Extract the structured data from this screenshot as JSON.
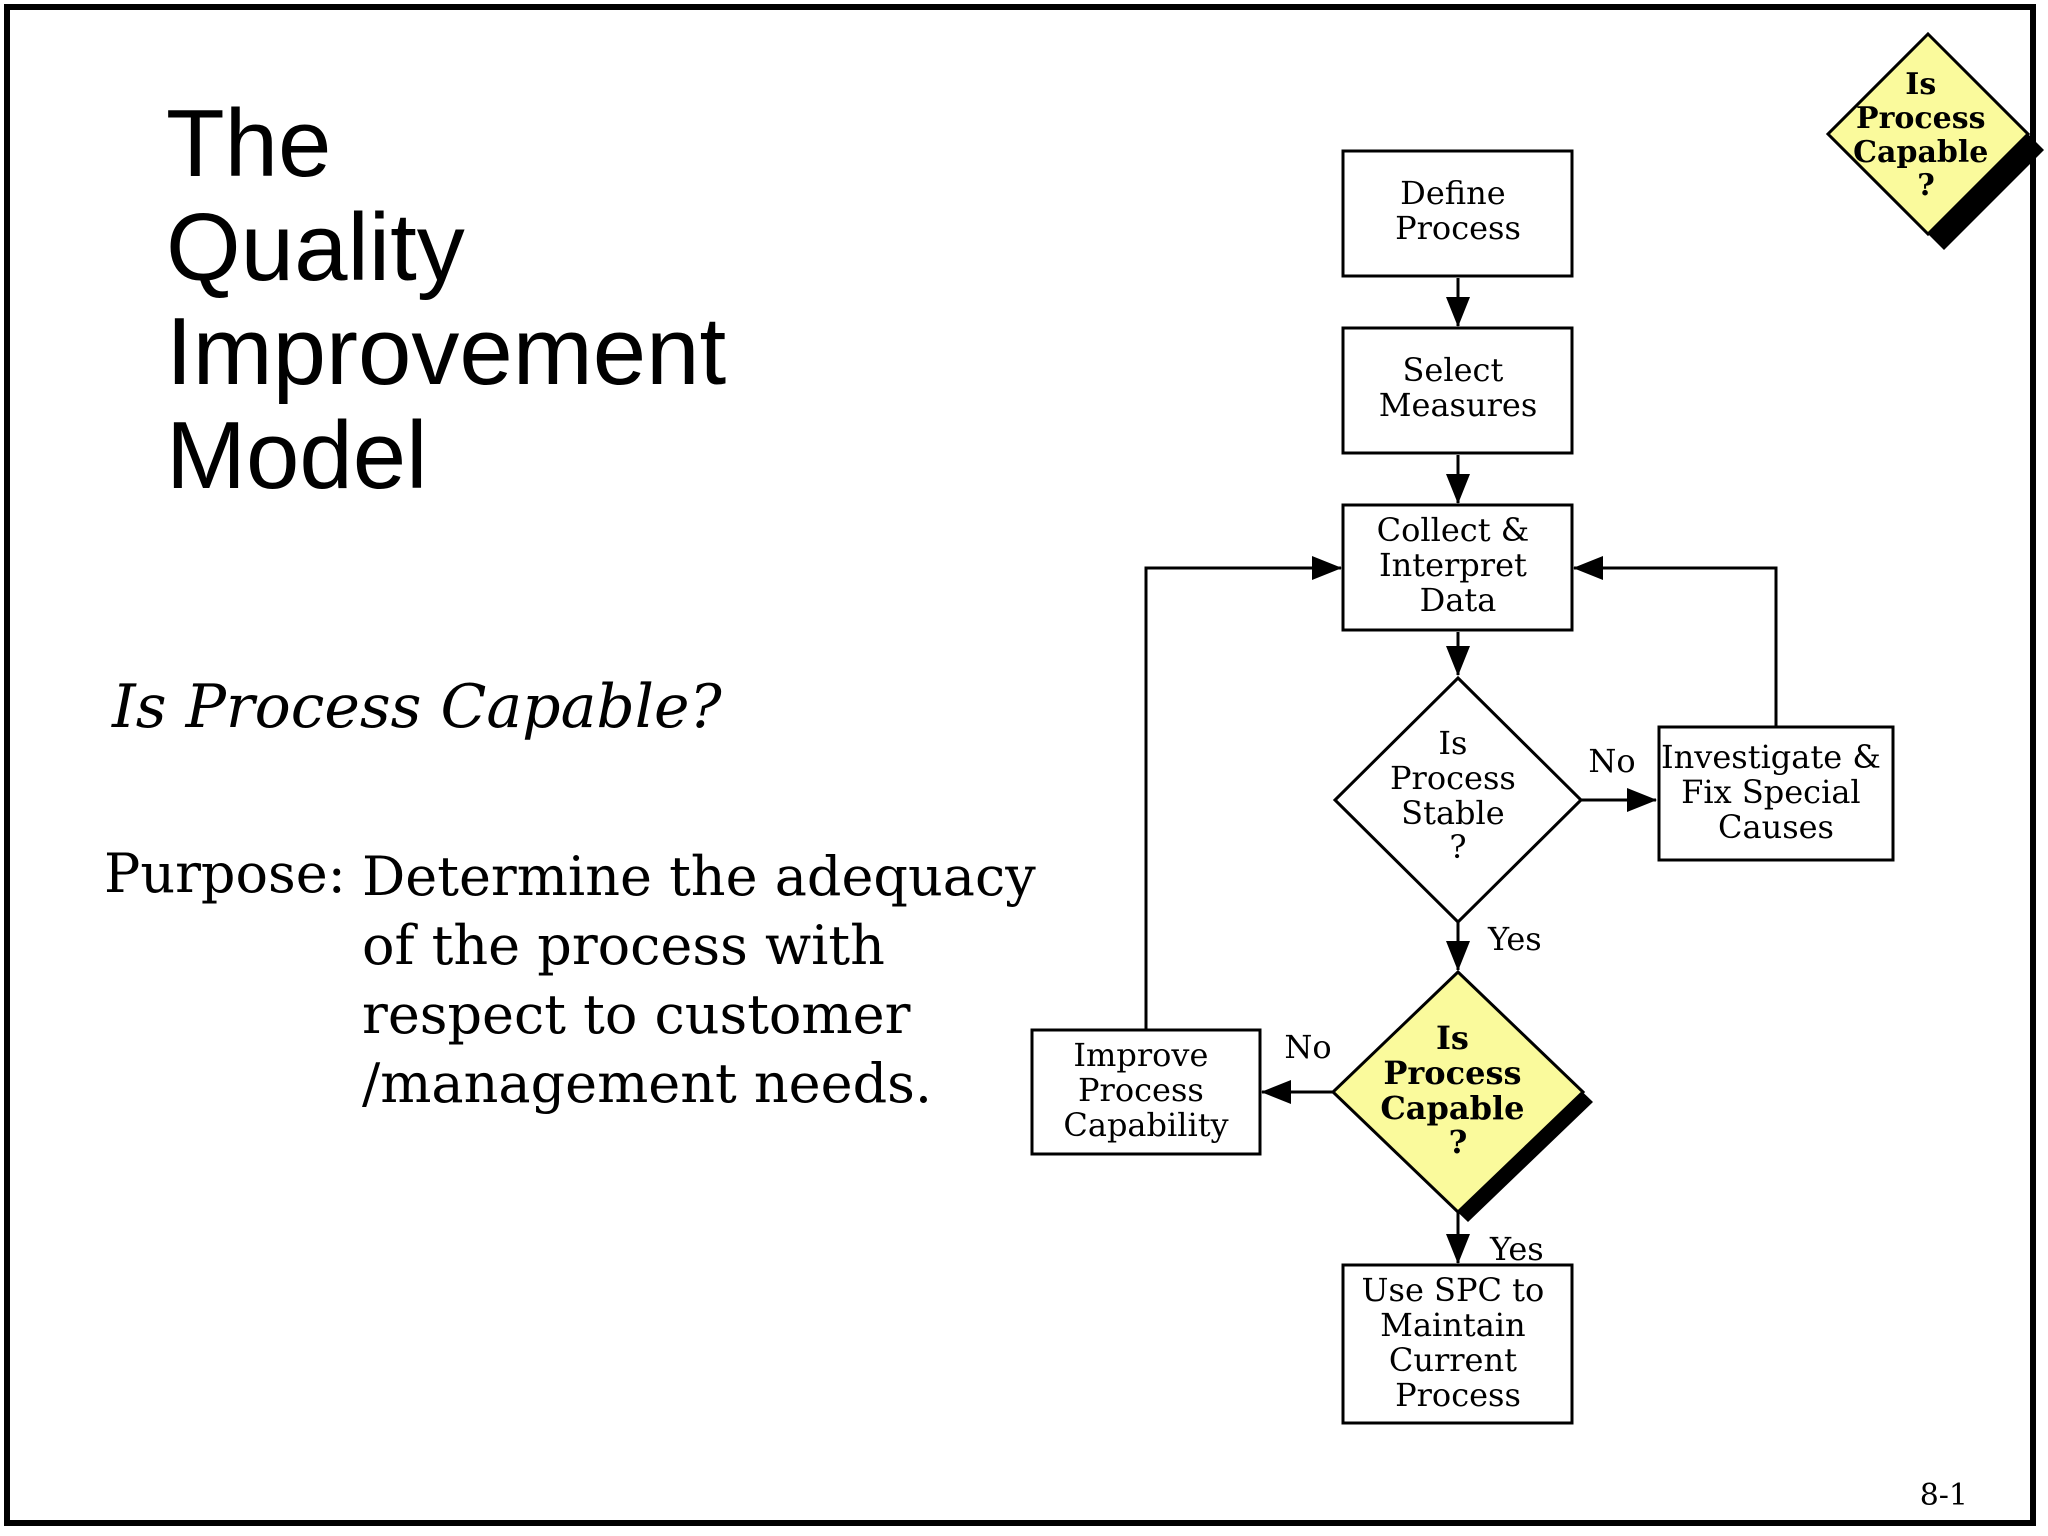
{
  "slide": {
    "title_lines": [
      "The",
      "Quality",
      "Improvement",
      "Model"
    ],
    "subtitle": "Is Process Capable?",
    "purpose_label": "Purpose:",
    "purpose_lines": [
      "Determine the adequacy",
      "of the process with",
      "respect to customer",
      "/management needs."
    ],
    "page_number": "8-1"
  },
  "flowchart": {
    "define": [
      "Define",
      "Process"
    ],
    "select": [
      "Select",
      "Measures"
    ],
    "collect": [
      "Collect &",
      "Interpret",
      "Data"
    ],
    "stable": [
      "Is",
      "Process",
      "Stable",
      "?"
    ],
    "investigate": [
      "Investigate &",
      "Fix Special",
      "Causes"
    ],
    "capable": [
      "Is",
      "Process",
      "Capable",
      "?"
    ],
    "improve": [
      "Improve",
      "Process",
      "Capability"
    ],
    "maintain": [
      "Use SPC to",
      "Maintain",
      "Current",
      "Process"
    ],
    "labels": {
      "stable_no": "No",
      "stable_yes": "Yes",
      "capable_no": "No",
      "capable_yes": "Yes"
    },
    "corner_badge": [
      "Is",
      "Process",
      "Capable",
      "?"
    ],
    "highlight_color": "#fafa9c"
  }
}
